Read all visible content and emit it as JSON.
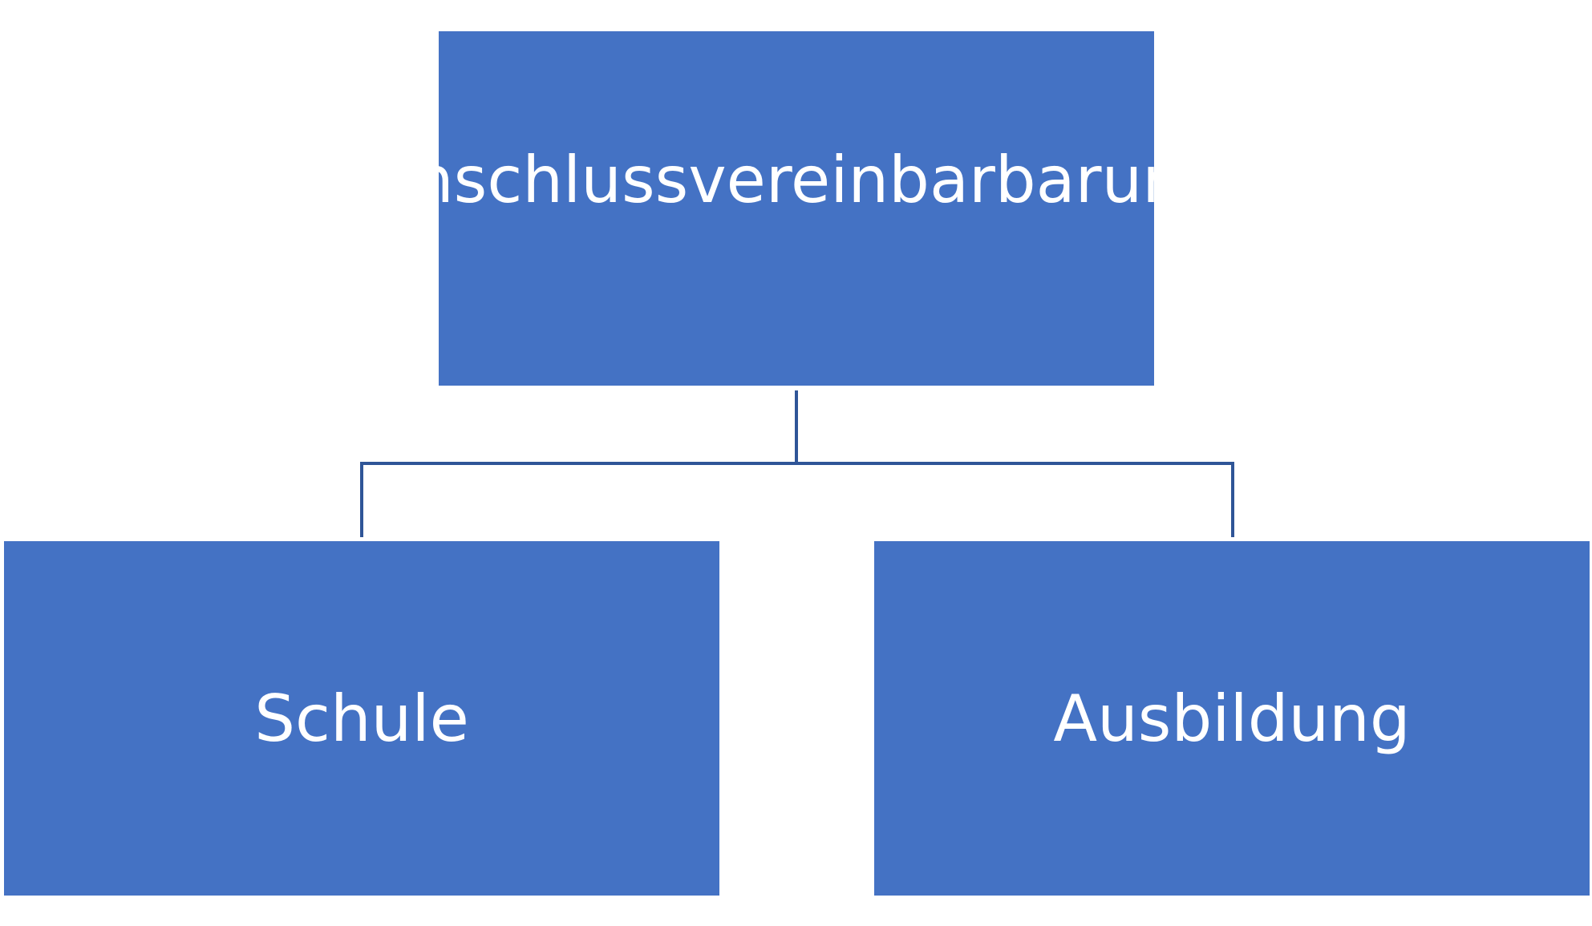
{
  "diagram": {
    "type": "org-chart",
    "color": "#4472C4",
    "connector_color": "#2F5597",
    "root": {
      "label": "Anschlussvereinbarbarung"
    },
    "children": [
      {
        "label": "Schule"
      },
      {
        "label": "Ausbildung"
      }
    ]
  }
}
